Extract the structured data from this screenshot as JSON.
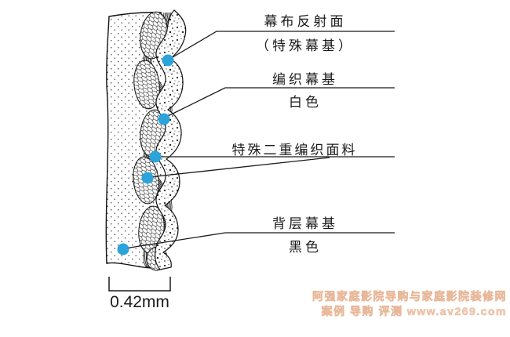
{
  "page": {
    "background": "#ffffff"
  },
  "diagram": {
    "type": "projection-screen-fabric-cross-section",
    "labels": [
      {
        "title": "幕布反射面",
        "subtitle": "（特殊幕基）"
      },
      {
        "title": "编织幕基",
        "subtitle": "白色"
      },
      {
        "title": "特殊二重编织面料",
        "subtitle": ""
      },
      {
        "title": "背层幕基",
        "subtitle": "黑色"
      }
    ],
    "thickness": "0.42mm",
    "colors": {
      "callout_dot": "#2BA4DC",
      "line": "#1A1A1A",
      "background": "#FFFFFF"
    }
  },
  "watermark": {
    "line1": "阿强家庭影院导购与家庭影院装修网",
    "line2": "案例 导购 评测 www.av269.com",
    "color": "#F0CDB8"
  }
}
